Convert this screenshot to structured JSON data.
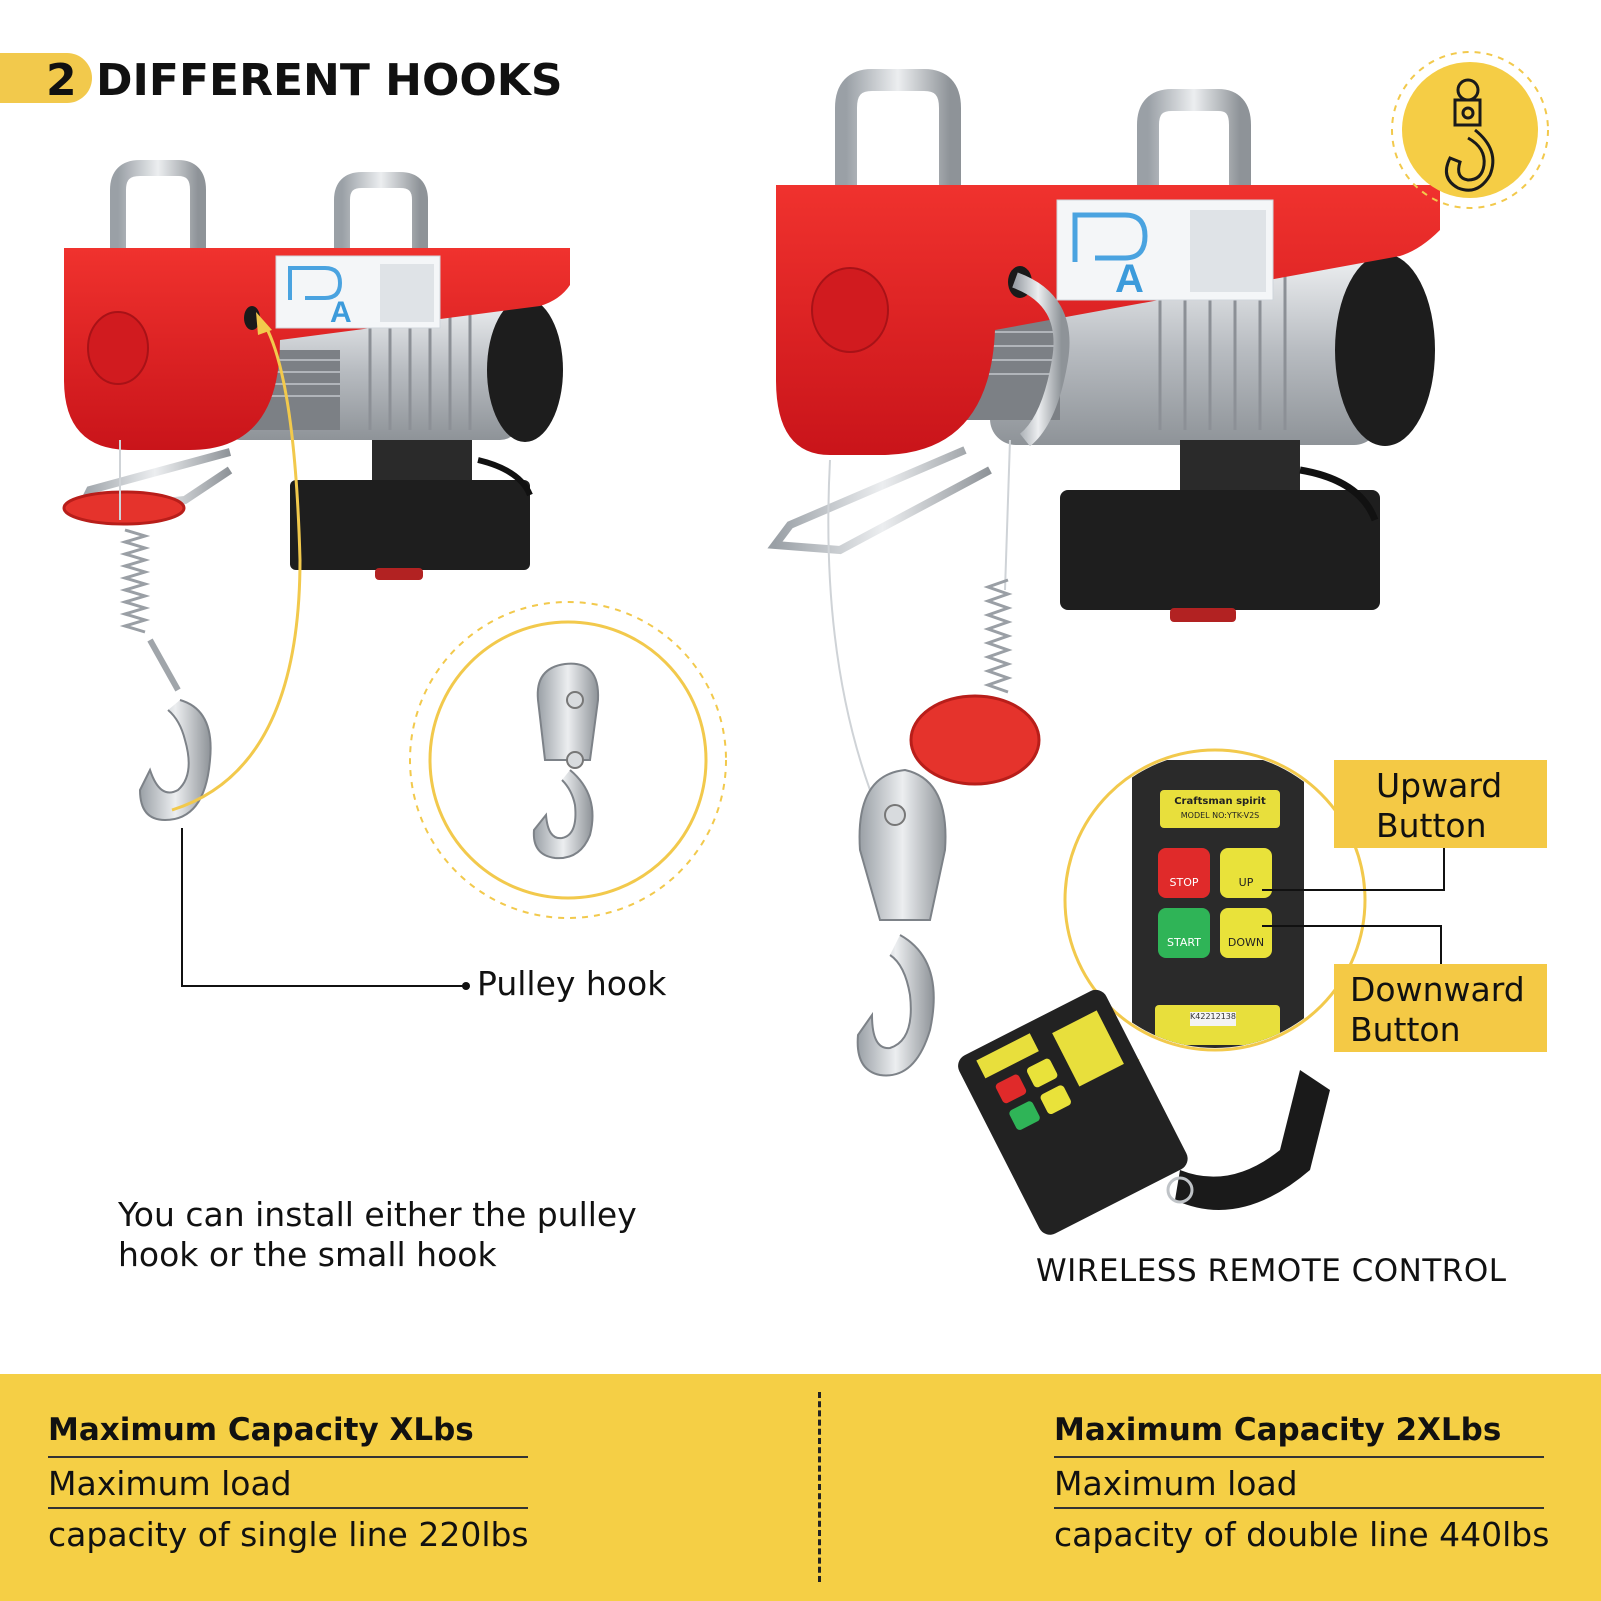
{
  "header": {
    "number": "2",
    "title": "DIFFERENT HOOKS"
  },
  "left_panel": {
    "pulley_label": "Pulley hook",
    "install_note_line1": "You can install either the pulley",
    "install_note_line2": "hook or the small hook"
  },
  "right_panel": {
    "upward_label_line1": "Upward",
    "upward_label_line2": "Button",
    "downward_label_line1": "Downward",
    "downward_label_line2": "Button",
    "remote_caption": "WIRELESS REMOTE CONTROL"
  },
  "remote": {
    "brand": "Craftsman spirit",
    "model": "MODEL NO:YTK-V2S",
    "stop_label": "STOP",
    "up_label": "UP",
    "start_label": "START",
    "down_label": "DOWN",
    "serial": "K42212138"
  },
  "hoist_label_letter": "A",
  "specs": {
    "single": {
      "title": "Maximum Capacity XLbs",
      "line1": "Maximum load",
      "line2": "capacity of single line 220lbs"
    },
    "double": {
      "title": "Maximum Capacity 2XLbs",
      "line1": "Maximum load",
      "line2": "capacity of double line 440lbs"
    }
  },
  "colors": {
    "accent_yellow": "#f5cf45",
    "hoist_red": "#e31e24",
    "motor_silver": "#c8ccd0",
    "dark": "#1a1a1a",
    "stop_red": "#e02a2a",
    "start_green": "#2fb457",
    "button_yellow": "#e9e23a"
  },
  "icons": [
    "hook-badge-icon",
    "pulley-hook-icon",
    "remote-control-icon"
  ]
}
